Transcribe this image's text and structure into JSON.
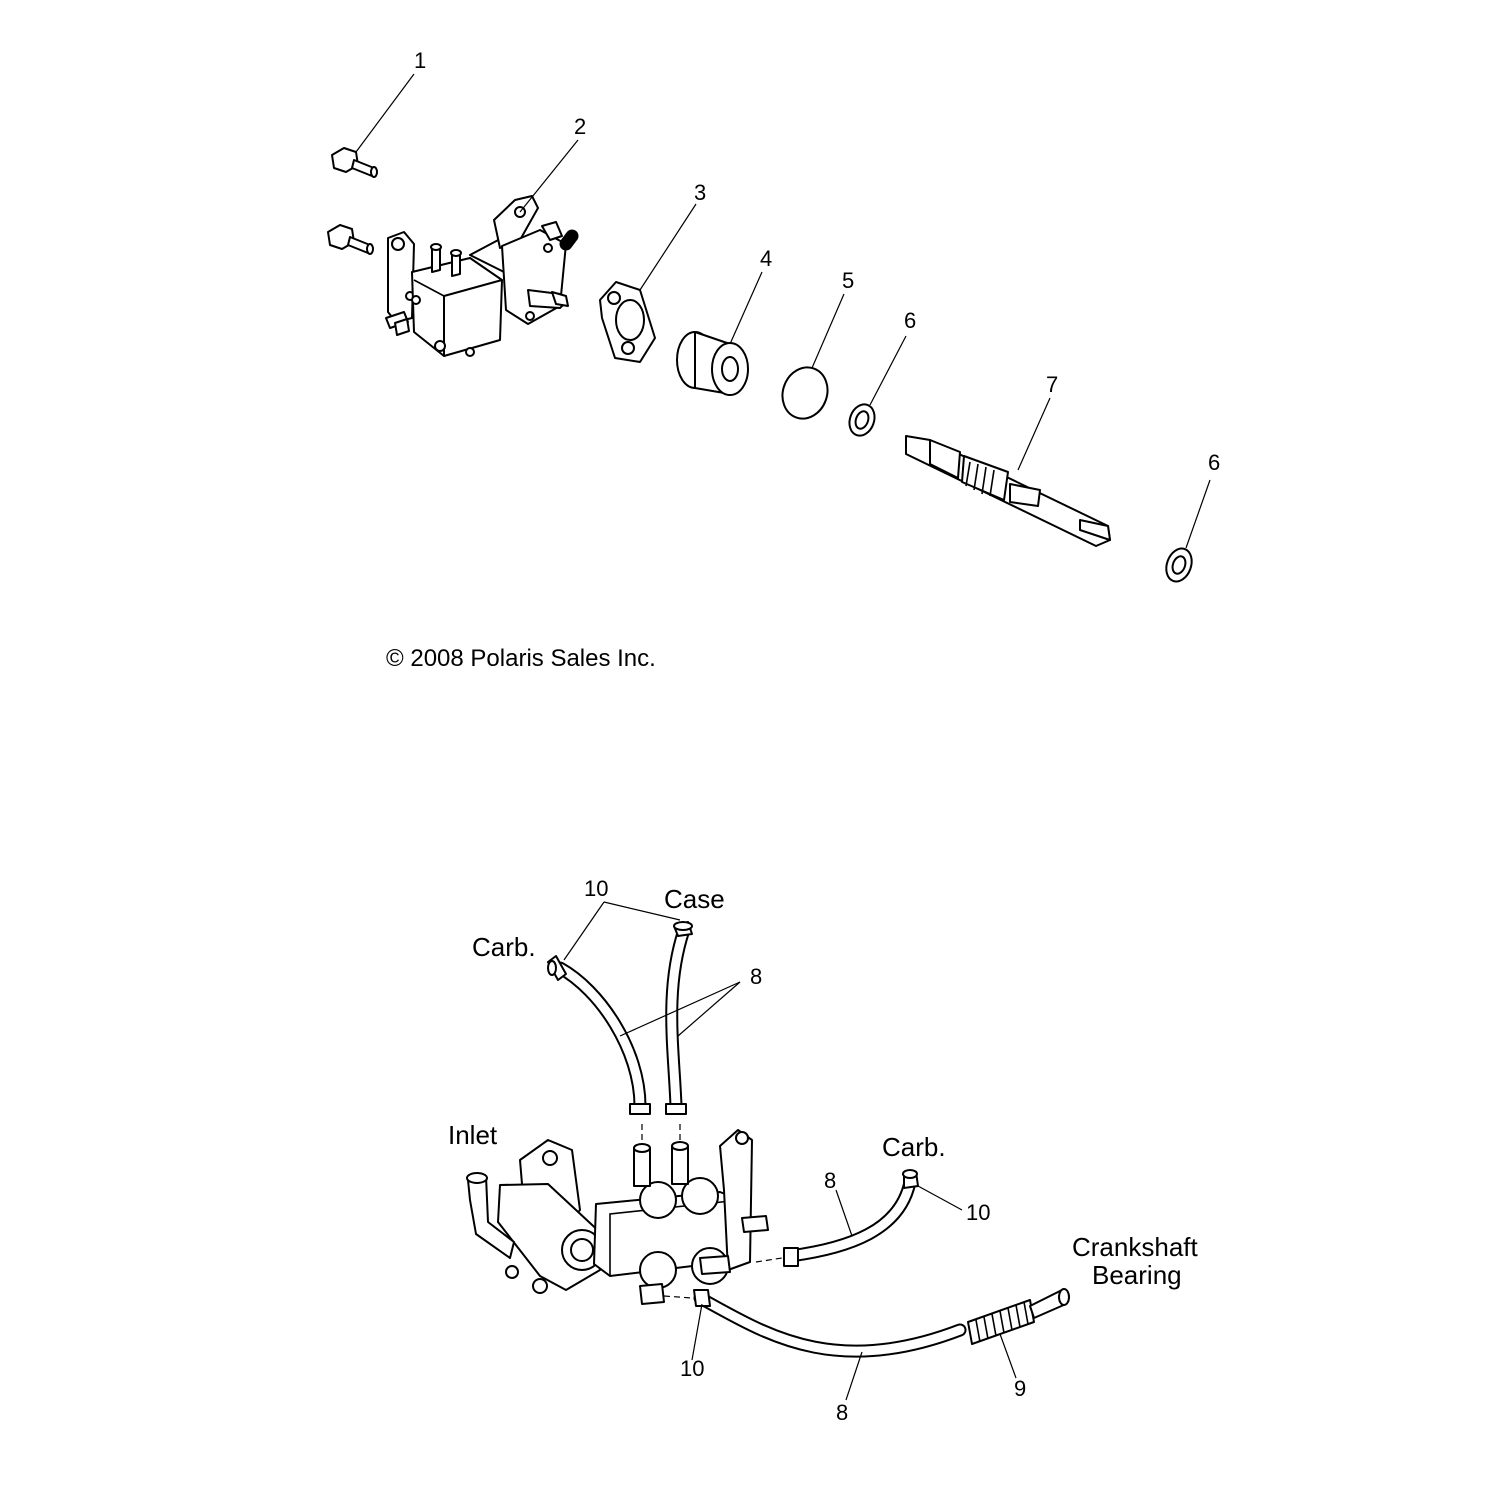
{
  "copyright": "© 2008 Polaris Sales Inc.",
  "callouts": {
    "c1": "1",
    "c2": "2",
    "c3": "3",
    "c4": "4",
    "c5": "5",
    "c6a": "6",
    "c7": "7",
    "c6b": "6",
    "c10a": "10",
    "c8a": "8",
    "c8b": "8",
    "c10b": "10",
    "c10c": "10",
    "c8c": "8",
    "c9": "9"
  },
  "labels": {
    "carb_top": "Carb.",
    "case": "Case",
    "inlet": "Inlet",
    "carb_right": "Carb.",
    "crankshaft_line1": "Crankshaft",
    "crankshaft_line2": "Bearing"
  }
}
